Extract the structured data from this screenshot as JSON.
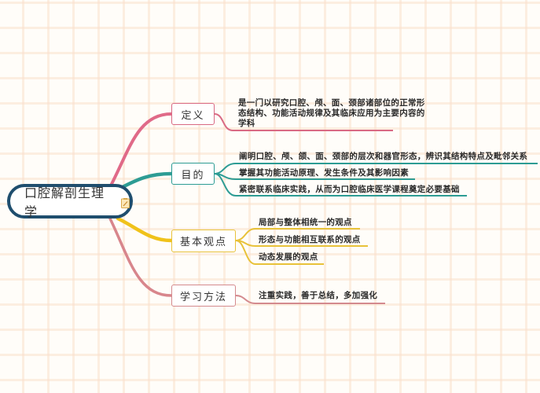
{
  "mindmap": {
    "root": {
      "label": "口腔解剖生理学",
      "icon": "note-icon",
      "border_color": "#1f4e6e"
    },
    "branches": [
      {
        "label": "定义",
        "color": "#d96a84",
        "children": [
          {
            "label": "是一门以研究口腔、颅、面、颈部诸部位的正常形态结构、功能活动规律及其临床应用为主要内容的学科"
          }
        ]
      },
      {
        "label": "目的",
        "color": "#2d9c94",
        "children": [
          {
            "label": "阐明口腔、颅、颌、面、颈部的层次和器官形态，辨识其结构特点及毗邻关系"
          },
          {
            "label": "掌握其功能活动原理、发生条件及其影响因素"
          },
          {
            "label": "紧密联系临床实践，从而为口腔临床医学课程奠定必要基础"
          }
        ]
      },
      {
        "label": "基本观点",
        "color": "#e8c23a",
        "children": [
          {
            "label": "局部与整体相统一的观点"
          },
          {
            "label": "形态与功能相互联系的观点"
          },
          {
            "label": "动态发展的观点"
          }
        ]
      },
      {
        "label": "学习方法",
        "color": "#d48a8e",
        "children": [
          {
            "label": "注重实践，善于总结，多加强化"
          }
        ]
      }
    ]
  }
}
